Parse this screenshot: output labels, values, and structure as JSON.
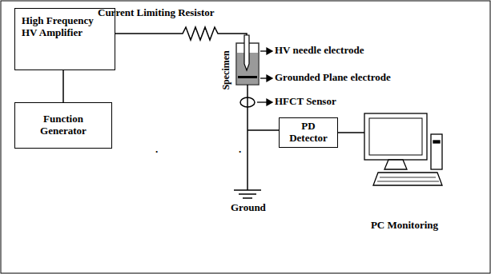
{
  "diagram": {
    "nodes": [
      {
        "text": [
          "High Frequency HV Amplifier"
        ]
      },
      {
        "text": [
          "Function Generator"
        ]
      },
      {
        "text": [
          "PD Detector"
        ]
      },
      {
        "text": [
          "PC Monitoring"
        ]
      }
    ],
    "edges": [
      {
        "from": 0,
        "to": 1,
        "arrow": "none"
      },
      {
        "from": 2,
        "to": 3,
        "arrow": "none"
      }
    ],
    "labels": [
      "Current Limiting Resistor",
      "HV needle electrode",
      "Specimen",
      "Grounded Plane electrode",
      "HFCT Sensor",
      ".",
      ".",
      "Ground"
    ]
  }
}
